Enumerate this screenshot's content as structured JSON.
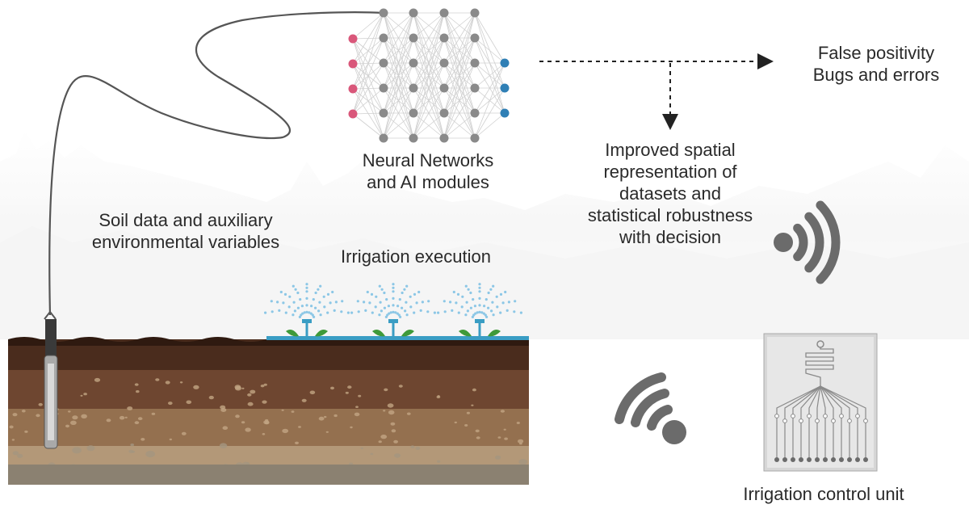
{
  "labels": {
    "neural_networks": [
      "Neural Networks",
      "and AI modules"
    ],
    "soil_data": [
      "Soil data and auxiliary",
      "environmental variables"
    ],
    "irrigation_execution": "Irrigation execution",
    "outcomes_negative": [
      "False positivity",
      "Bugs and errors"
    ],
    "outcomes_positive": [
      "Improved spatial",
      "representation of",
      "datasets and",
      "statistical robustness",
      "with decision"
    ],
    "control_unit": "Irrigation control unit"
  },
  "colors": {
    "input_node": "#d9577a",
    "hidden_node": "#8a8a8a",
    "output_node": "#2f7fb5",
    "soil_top": "#4a2c1d",
    "soil_mid": "#7a4f33",
    "soil_low": "#9a7352",
    "soil_base": "#b39878",
    "wifi": "#6b6b6b",
    "water_pipe": "#3a9dc4",
    "plant": "#3f9a3a"
  },
  "icons": [
    "neural-network-icon",
    "soil-probe-icon",
    "sprinkler-icon",
    "wifi-icon",
    "circuit-board-icon",
    "arrow-right-icon",
    "arrow-down-icon"
  ]
}
